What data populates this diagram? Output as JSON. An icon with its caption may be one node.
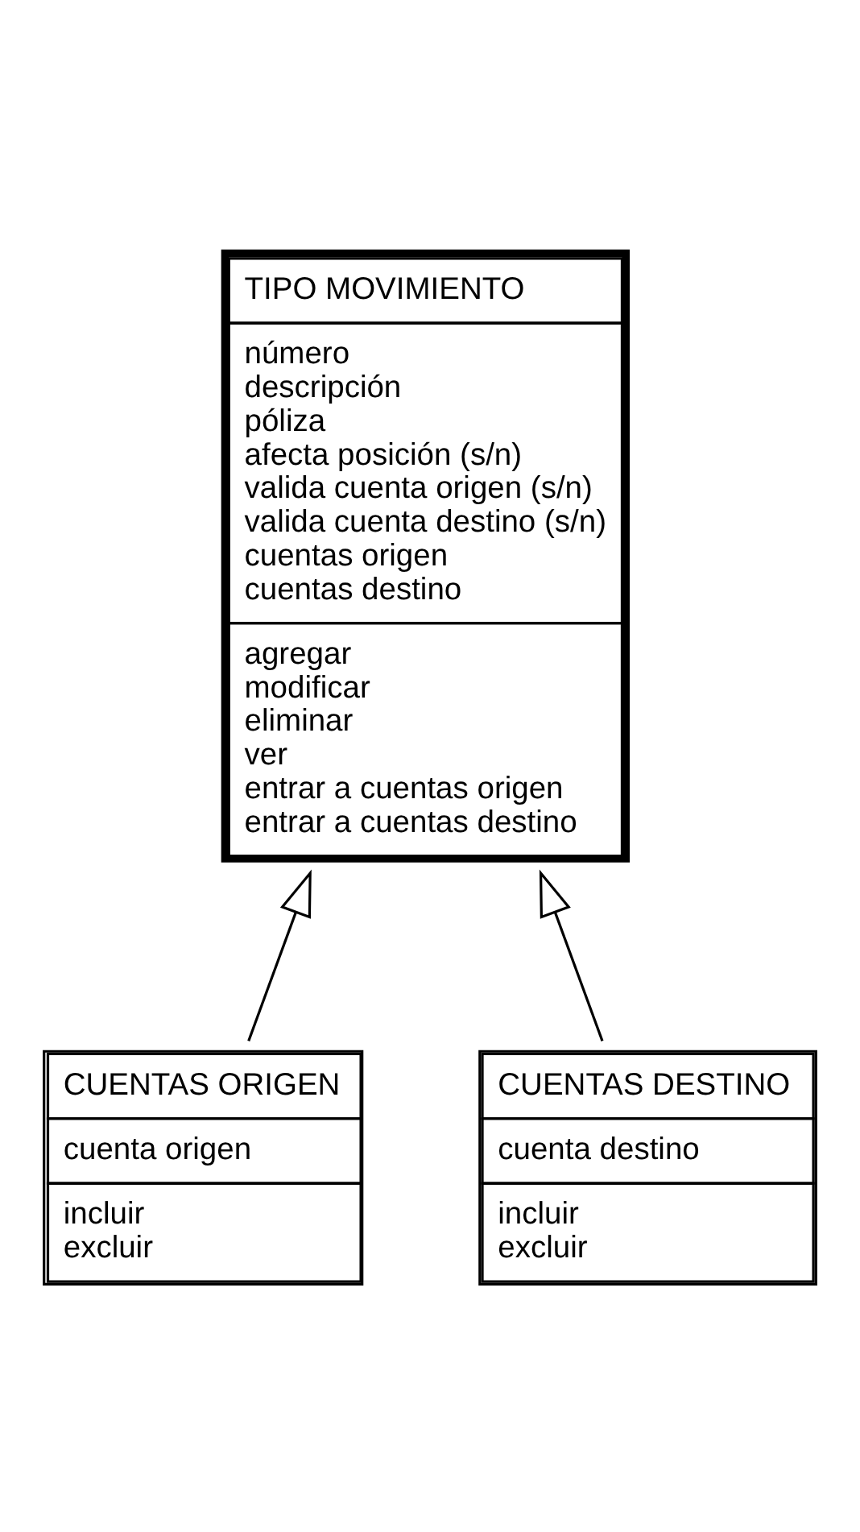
{
  "diagram": {
    "nodes": [
      {
        "text": [
          "TIPO MOVIMIENTO",
          "número",
          "descripción",
          "póliza",
          "afecta posición (s/n)",
          "valida cuenta origen (s/n)",
          "valida cuenta destino (s/n)",
          "cuentas origen",
          "cuentas destino",
          "agregar",
          "modificar",
          "eliminar",
          "ver",
          "entrar a cuentas origen",
          "entrar a cuentas destino"
        ]
      },
      {
        "text": [
          "CUENTAS ORIGEN",
          "cuenta origen",
          "incluir",
          "excluir"
        ]
      },
      {
        "text": [
          "CUENTAS DESTINO",
          "cuenta destino",
          "incluir",
          "excluir"
        ]
      }
    ],
    "edges": [
      {
        "from": 1,
        "to": 0,
        "arrow": "to"
      },
      {
        "from": 2,
        "to": 0,
        "arrow": "to"
      }
    ]
  }
}
